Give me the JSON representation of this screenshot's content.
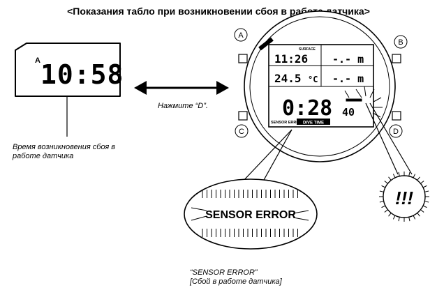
{
  "title": "<Показания табло при возникновении сбоя в работе датчика>",
  "left_display": {
    "indicator": "A",
    "time": "10:58"
  },
  "arrow_label": "Нажмите “D”.",
  "left_caption": [
    "Время возникновения сбоя в",
    "работе датчика"
  ],
  "watch": {
    "buttons": [
      "A",
      "B",
      "C",
      "D"
    ],
    "top_left_label": "SURFACE",
    "row1_left": "11:26",
    "row1_right": "-.-  m",
    "row2_left": "24.5",
    "row2_unit": "°C",
    "row2_right": "-.-  m",
    "bottom_time": "0:28",
    "bottom_small": "40",
    "sensor_label": "SENSOR ERROR",
    "dive_time_label": "DIVE TIME"
  },
  "bubble_text": "SENSOR ERROR",
  "alert_symbol": "!!!",
  "bottom_caption": [
    "“SENSOR ERROR”",
    "[Сбой в работе датчика]"
  ]
}
